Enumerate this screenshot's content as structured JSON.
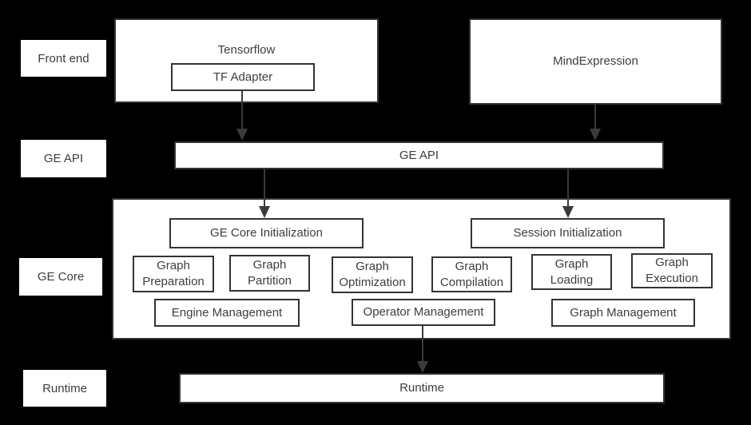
{
  "colors": {
    "background": "#000000",
    "box-fill": "#ffffff",
    "box-border": "#333333",
    "text": "#3d3d3d",
    "arrow": "#3a3a3a"
  },
  "layer_labels": {
    "front_end": "Front end",
    "ge_api": "GE API",
    "ge_core": "GE Core",
    "runtime": "Runtime"
  },
  "front_end": {
    "tensorflow": "Tensorflow",
    "tf_adapter": "TF Adapter",
    "mind_expression": "MindExpression"
  },
  "ge_api": {
    "label": "GE API"
  },
  "ge_core": {
    "ge_core_initialization": "GE Core Initialization",
    "session_initialization": "Session Initialization",
    "modules": [
      "Graph Preparation",
      "Graph Partition",
      "Graph Optimization",
      "Graph Compilation",
      "Graph Loading",
      "Graph Execution"
    ],
    "management": [
      "Engine Management",
      "Operator Management",
      "Graph Management"
    ]
  },
  "runtime": {
    "label": "Runtime"
  }
}
